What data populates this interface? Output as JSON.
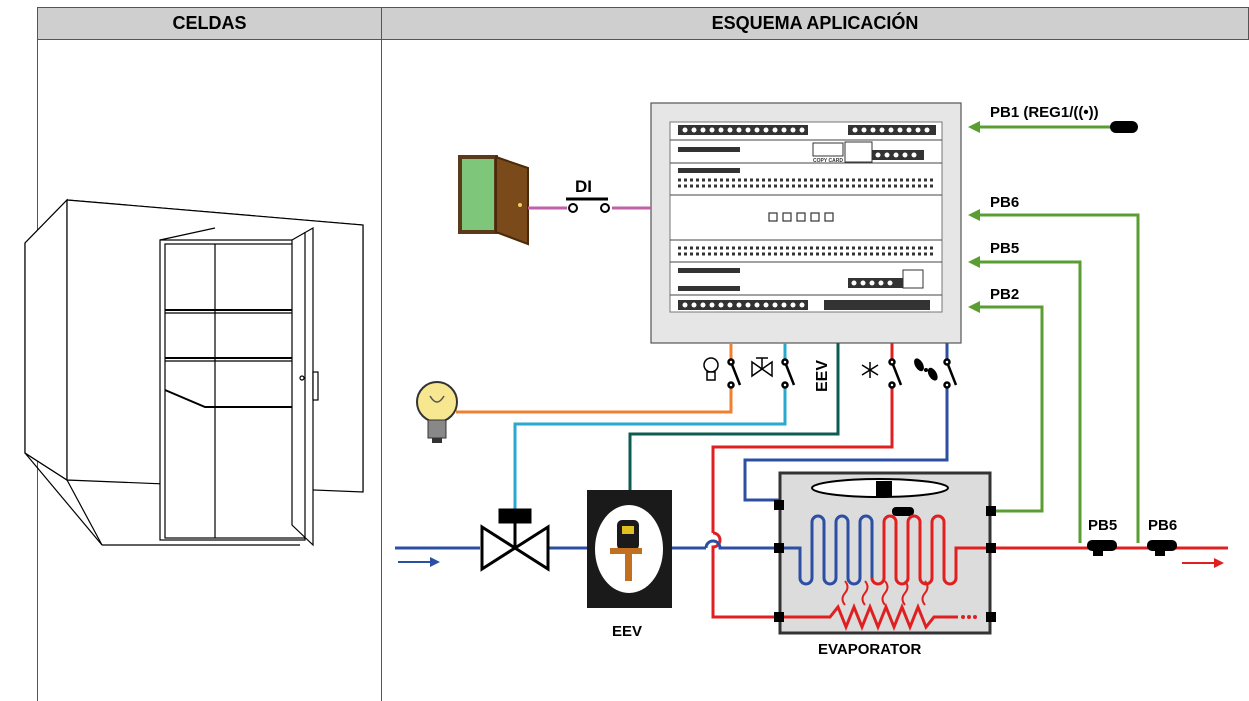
{
  "header": {
    "col_left": "CELDAS",
    "col_right": "ESQUEMA APLICACIÓN"
  },
  "labels": {
    "di": "DI",
    "pb1": "PB1 (REG1/((•))",
    "pb6": "PB6",
    "pb5": "PB5",
    "pb2": "PB2",
    "eev_vertical": "EEV",
    "eev_valve": "EEV",
    "evaporator": "EVAPORATOR",
    "pb5_probe": "PB5",
    "pb6_probe": "PB6",
    "copy_card": "COPY CARD"
  },
  "colors": {
    "header_bg": "#cfcfcf",
    "light_wire": "#f08030",
    "solenoid_wire": "#29a9cf",
    "eev_wire": "#0d5c52",
    "defrost_wire": "#e02020",
    "fan_wire": "#2c4fa3",
    "probe_wire": "#5a9e32",
    "door_wire": "#c060a8",
    "liquid_line": "#2c4fa3",
    "suction_line": "#e02020"
  }
}
